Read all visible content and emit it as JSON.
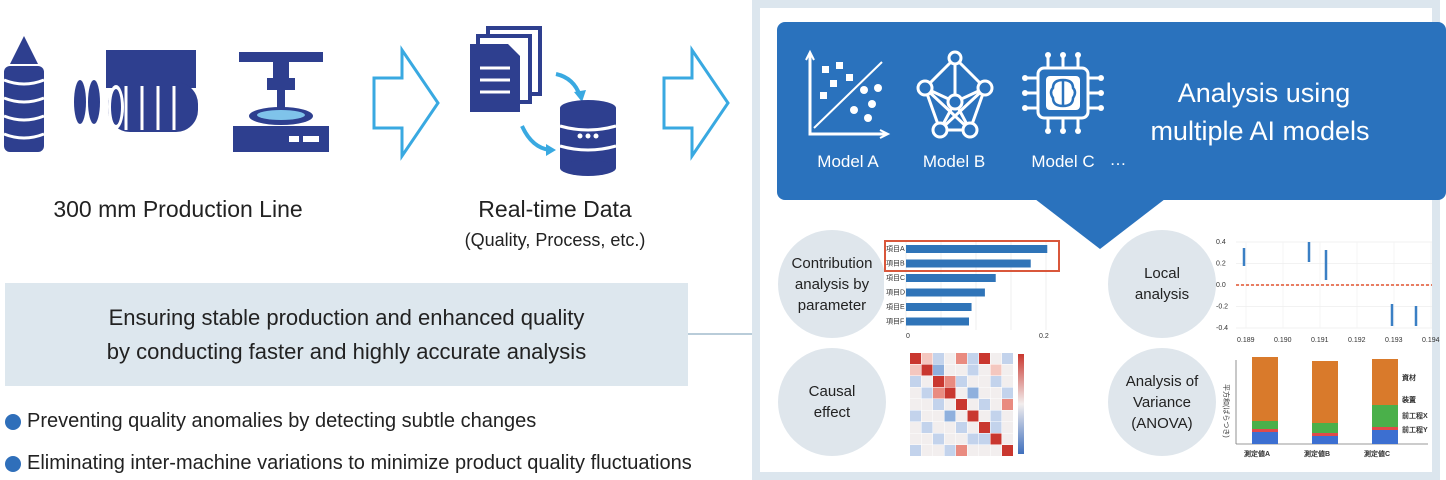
{
  "production": {
    "label": "300 mm Production Line"
  },
  "data_stage": {
    "label": "Real-time Data",
    "sublabel": "(Quality, Process, etc.)"
  },
  "summary": {
    "line1": "Ensuring stable production and enhanced quality",
    "line2": "by conducting faster and highly accurate analysis"
  },
  "bullets": [
    "Preventing quality anomalies by detecting subtle changes",
    "Eliminating inter-machine variations to minimize product quality fluctuations"
  ],
  "ai": {
    "title_line1": "Analysis using",
    "title_line2": "multiple AI models",
    "models": [
      "Model A",
      "Model B",
      "Model C"
    ],
    "ellipsis": "…"
  },
  "analyses": {
    "contribution": {
      "line1": "Contribution",
      "line2": "analysis by",
      "line3": "parameter"
    },
    "local": {
      "line1": "Local",
      "line2": "analysis"
    },
    "causal": {
      "line1": "Causal",
      "line2": "effect"
    },
    "anova": {
      "line1": "Analysis of",
      "line2": "Variance",
      "line3": "(ANOVA)"
    }
  },
  "contribution_chart": {
    "items": [
      "項目A",
      "項目B",
      "項目C",
      "項目D",
      "項目E",
      "項目F"
    ],
    "values": [
      0.222,
      0.196,
      0.141,
      0.124,
      0.103,
      0.099
    ],
    "ticks": [
      "0",
      "0.2"
    ]
  },
  "local_chart": {
    "xticks": [
      "0.189",
      "0.190",
      "0.191",
      "0.192",
      "0.193",
      "0.194"
    ],
    "yticks": [
      "0.4",
      "0.2",
      "0.0",
      "-0.2",
      "-0.4"
    ]
  },
  "anova_chart": {
    "ylabel": "平方和(ばらつき)",
    "categories": [
      "測定値A",
      "測定値B",
      "測定値C"
    ],
    "legend": [
      "資材",
      "装置",
      "前工程X",
      "前工程Y"
    ],
    "colors": {
      "material": "#d97a2b",
      "equipment": "#4ab04a",
      "procX": "#e04a4a",
      "procY": "#3c6fd1"
    }
  },
  "colors": {
    "accent": "#2a72bd",
    "arrow": "#39a9e1",
    "icon": "#2e3f8f"
  }
}
